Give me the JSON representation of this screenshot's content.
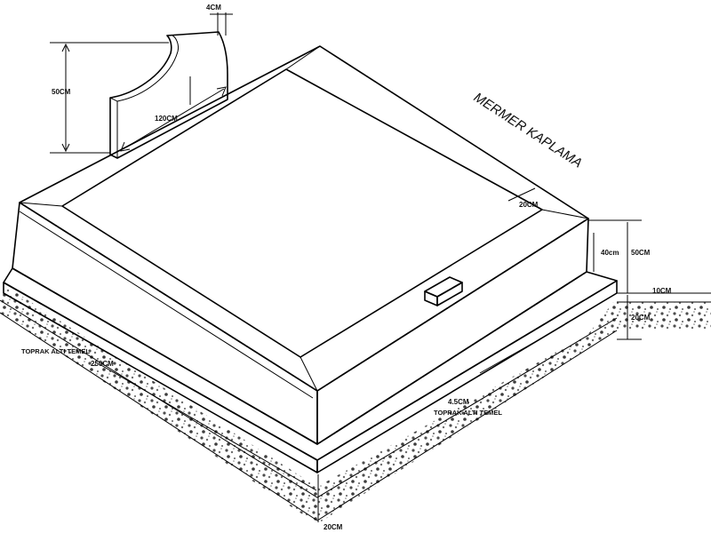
{
  "diagram": {
    "title": "MERMER KAPLAMA",
    "labels": {
      "headstone_thickness": "4CM",
      "headstone_height": "50CM",
      "headstone_width": "120CM",
      "border_width": "20CM",
      "inner_height": "40cm",
      "total_height": "50CM",
      "base_step": "10CM",
      "foundation_depth": "20CM",
      "foundation_left": "TOPRAK ALTI TEMEL",
      "total_length": "250CM",
      "plinth_offset": "4.5CM",
      "foundation_right": "TOPRAK ALTI TEMEL",
      "foundation_bottom": "20CM"
    },
    "colors": {
      "line": "#000000",
      "gravel": "#bdbdbd",
      "background": "#ffffff"
    }
  }
}
